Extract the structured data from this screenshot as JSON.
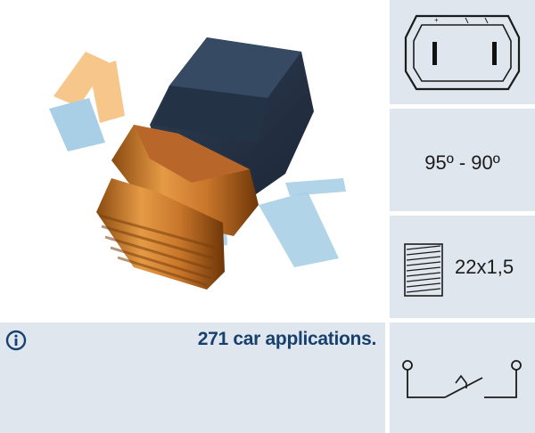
{
  "product": {
    "temperature": "95º - 90º",
    "thread": "22x1,5"
  },
  "info": {
    "applications_text": "271 car applications."
  },
  "icons": {
    "info": "info-circle-icon",
    "connector": "two-pin-connector-icon",
    "thread": "thread-icon",
    "switch": "normally-open-switch-icon"
  },
  "colors": {
    "panel_bg": "#dfe6ee",
    "brand_blue": "#17406f",
    "logo_orange": "#f7c68a",
    "logo_blue": "#a9cfe6"
  }
}
